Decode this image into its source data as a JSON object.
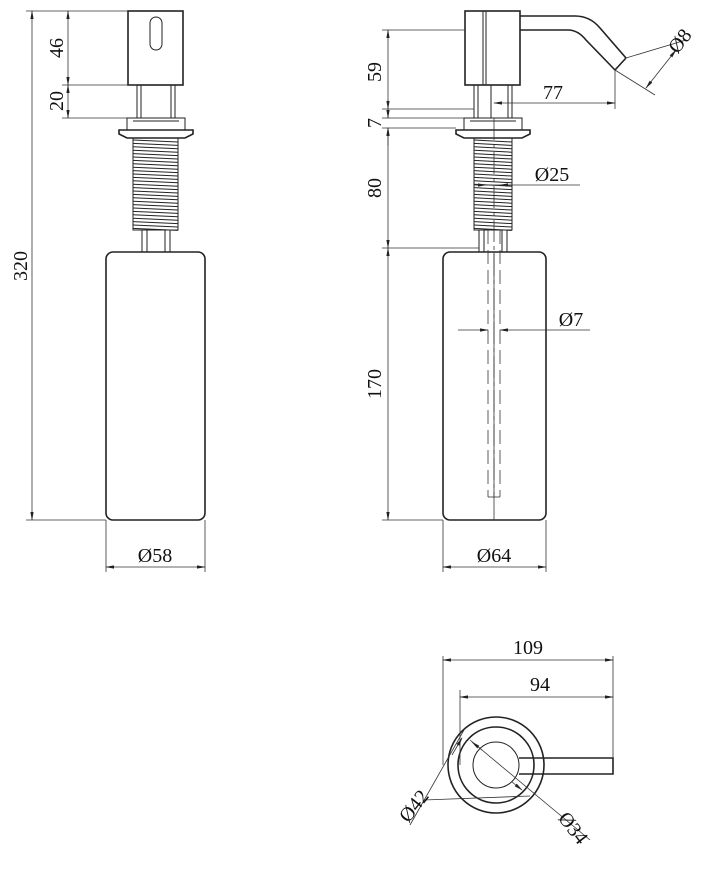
{
  "front_view": {
    "dim_top_height": "46",
    "dim_collar_height": "20",
    "dim_total_height": "320",
    "dim_bottle_diameter": "Ø58"
  },
  "side_view": {
    "dim_head_height": "59",
    "dim_spout_reach": "77",
    "dim_spout_diameter": "Ø8",
    "dim_flange_height": "7",
    "dim_thread_diameter": "Ø25",
    "dim_thread_length": "80",
    "dim_tube_diameter": "Ø7",
    "dim_bottle_height": "170",
    "dim_bottle_diameter": "Ø64"
  },
  "top_view": {
    "dim_overall_length": "109",
    "dim_spout_length": "94",
    "dim_flange_diameter": "Ø42",
    "dim_head_diameter": "Ø34"
  }
}
